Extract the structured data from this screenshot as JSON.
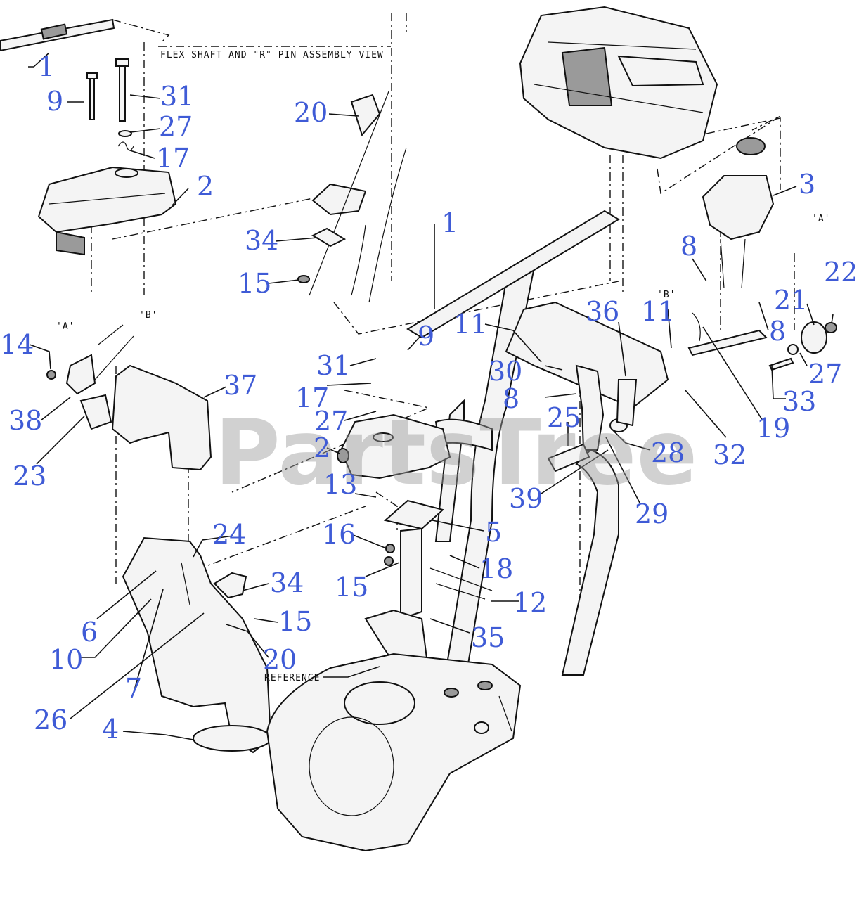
{
  "watermark": "PartsTree",
  "notes": {
    "flex_view": "FLEX SHAFT AND \"R\" PIN ASSEMBLY VIEW",
    "reference": "REFERENCE",
    "detail_a_left": "'A'",
    "detail_b_left": "'B'",
    "detail_a_right": "'A'",
    "detail_b_right": "'B'"
  },
  "callouts": [
    {
      "id": "c1a",
      "text": "1"
    },
    {
      "id": "c9a",
      "text": "9"
    },
    {
      "id": "c31a",
      "text": "31"
    },
    {
      "id": "c27a",
      "text": "27"
    },
    {
      "id": "c17a",
      "text": "17"
    },
    {
      "id": "c2a",
      "text": "2"
    },
    {
      "id": "c20a",
      "text": "20"
    },
    {
      "id": "c34a",
      "text": "34"
    },
    {
      "id": "c15a",
      "text": "15"
    },
    {
      "id": "c1b",
      "text": "1"
    },
    {
      "id": "c3",
      "text": "3"
    },
    {
      "id": "c8a",
      "text": "8"
    },
    {
      "id": "c22",
      "text": "22"
    },
    {
      "id": "c21",
      "text": "21"
    },
    {
      "id": "c8b",
      "text": "8"
    },
    {
      "id": "c27b",
      "text": "27"
    },
    {
      "id": "c33",
      "text": "33"
    },
    {
      "id": "c19",
      "text": "19"
    },
    {
      "id": "c32",
      "text": "32"
    },
    {
      "id": "c36",
      "text": "36"
    },
    {
      "id": "c11a",
      "text": "11"
    },
    {
      "id": "c11b",
      "text": "11"
    },
    {
      "id": "c9b",
      "text": "9"
    },
    {
      "id": "c31b",
      "text": "31"
    },
    {
      "id": "c30",
      "text": "30"
    },
    {
      "id": "c8c",
      "text": "8"
    },
    {
      "id": "c17b",
      "text": "17"
    },
    {
      "id": "c27c",
      "text": "27"
    },
    {
      "id": "c25",
      "text": "25"
    },
    {
      "id": "c28",
      "text": "28"
    },
    {
      "id": "c2b",
      "text": "2"
    },
    {
      "id": "c39",
      "text": "39"
    },
    {
      "id": "c29",
      "text": "29"
    },
    {
      "id": "c13",
      "text": "13"
    },
    {
      "id": "c5",
      "text": "5"
    },
    {
      "id": "c16",
      "text": "16"
    },
    {
      "id": "c18",
      "text": "18"
    },
    {
      "id": "c15b",
      "text": "15"
    },
    {
      "id": "c12",
      "text": "12"
    },
    {
      "id": "c35",
      "text": "35"
    },
    {
      "id": "c14",
      "text": "14"
    },
    {
      "id": "c37",
      "text": "37"
    },
    {
      "id": "c38",
      "text": "38"
    },
    {
      "id": "c23",
      "text": "23"
    },
    {
      "id": "c24",
      "text": "24"
    },
    {
      "id": "c34b",
      "text": "34"
    },
    {
      "id": "c15c",
      "text": "15"
    },
    {
      "id": "c6",
      "text": "6"
    },
    {
      "id": "c10",
      "text": "10"
    },
    {
      "id": "c20b",
      "text": "20"
    },
    {
      "id": "c7",
      "text": "7"
    },
    {
      "id": "c26",
      "text": "26"
    },
    {
      "id": "c4",
      "text": "4"
    }
  ],
  "colors": {
    "callout": "#3f5bd6",
    "line": "#111111",
    "watermark": "#9b9b9b"
  }
}
